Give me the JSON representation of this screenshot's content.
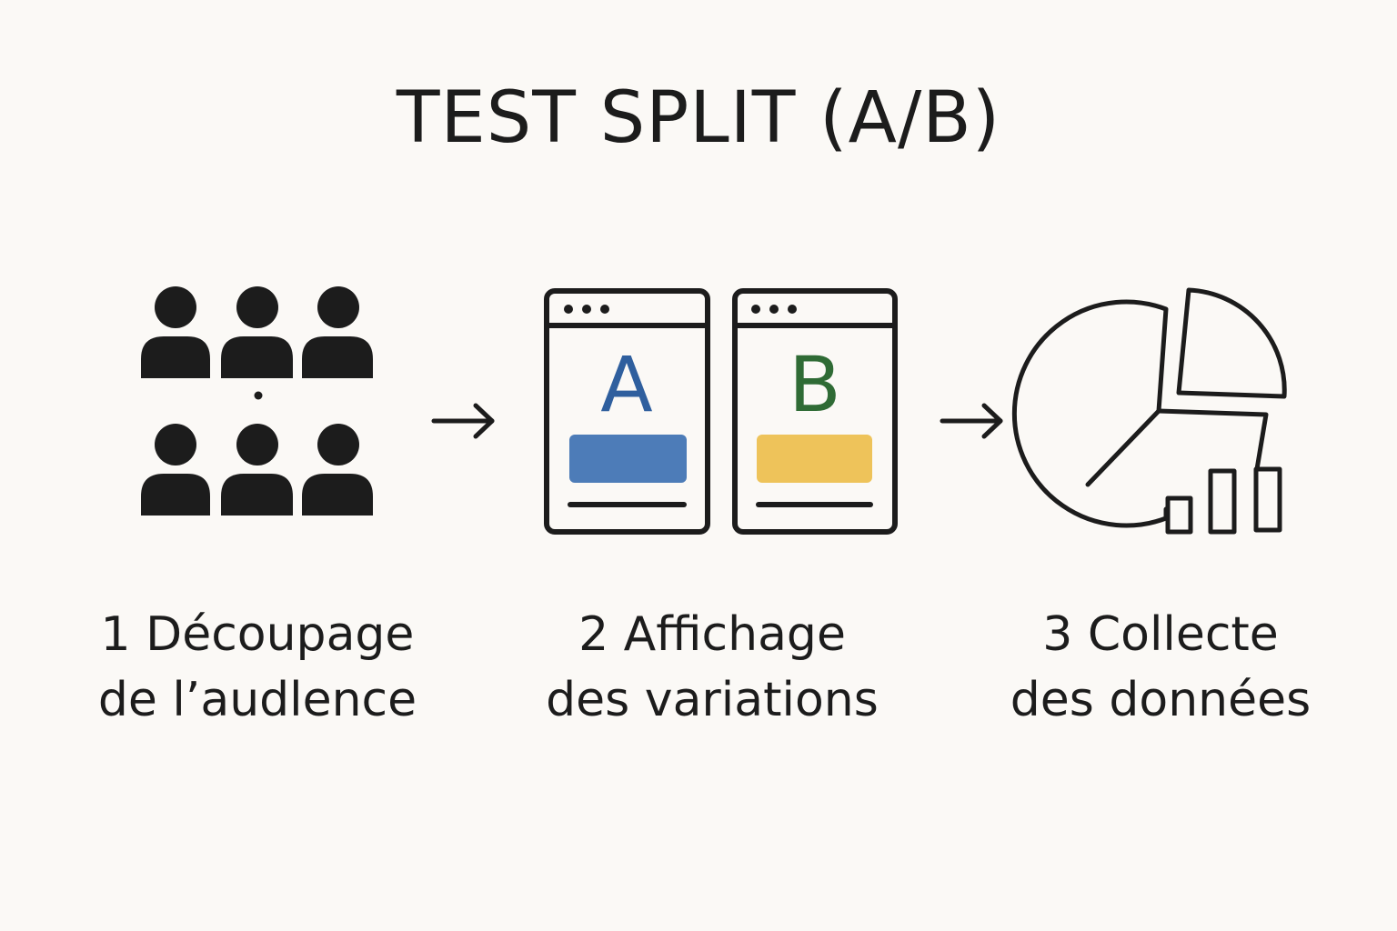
{
  "title": "TEST SPLIT (A/B)",
  "steps": [
    {
      "line1": "1 Découpage",
      "line2": "de l’audlence",
      "icon": "audience-group-icon"
    },
    {
      "line1": "2 Affichage",
      "line2": "des variations",
      "icon": "ab-variations-icon"
    },
    {
      "line1": "3 Collecte",
      "line2": "des données",
      "icon": "data-chart-icon"
    }
  ],
  "variants": [
    {
      "letter": "A",
      "letter_color": "#2f5f9e",
      "button_color": "#4d7cb8"
    },
    {
      "letter": "B",
      "letter_color": "#2f6b35",
      "button_color": "#eec35a"
    }
  ],
  "colors": {
    "background": "#fbf9f6",
    "ink": "#1c1c1c"
  }
}
